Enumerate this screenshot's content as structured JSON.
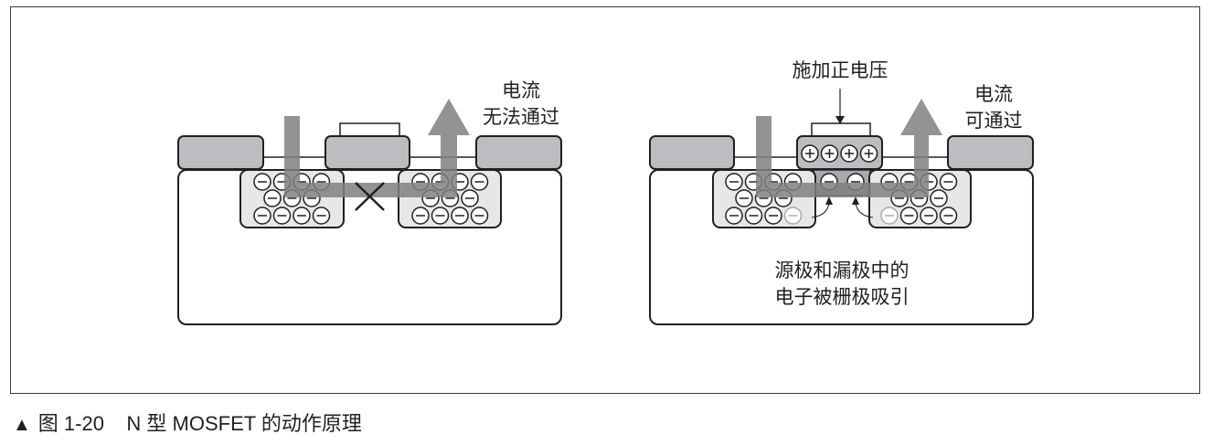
{
  "caption": {
    "marker": "▲",
    "figure_number": "图 1-20",
    "title": "N 型 MOSFET 的动作原理"
  },
  "panels": [
    {
      "state": "off",
      "current_label_line1": "电流",
      "current_label_line2": "无法通过",
      "gate_charge": "none",
      "channel": false,
      "blocked_marker": "✕",
      "source_electrons": 11,
      "drain_electrons": 11
    },
    {
      "state": "on",
      "gate_label": "施加正电压",
      "current_label_line1": "电流",
      "current_label_line2": "可通过",
      "gate_charges": [
        "+",
        "+",
        "+",
        "+"
      ],
      "channel": true,
      "channel_electrons": 2,
      "source_electrons": 11,
      "drain_electrons": 11,
      "note_line1": "源极和漏极中的",
      "note_line2": "电子被栅极吸引"
    }
  ],
  "colors": {
    "electrode": "#bcbdc0",
    "region": "#e6e7e8",
    "channel": "#a7a9ac",
    "current_arrow": "#808080",
    "outline": "#231f20"
  }
}
